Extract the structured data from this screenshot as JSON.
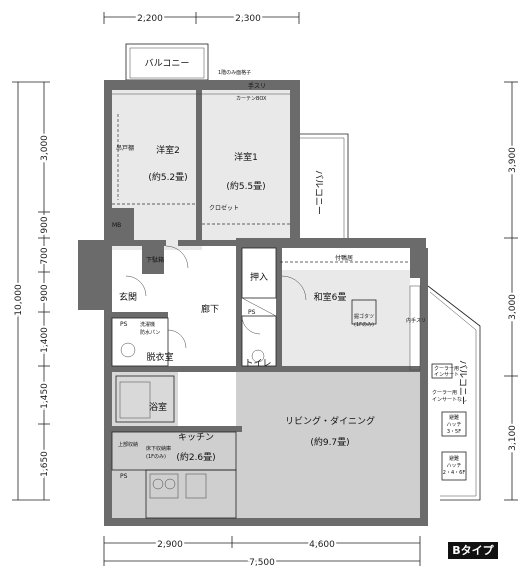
{
  "dimensions": {
    "top": [
      "2,200",
      "2,300"
    ],
    "bottom": [
      "2,900",
      "4,600",
      "7,500"
    ],
    "left": [
      "3,000",
      "900",
      "700",
      "900",
      "1,400",
      "1,450",
      "1,650"
    ],
    "left_total": "10,000",
    "right": [
      "3,900",
      "3,000",
      "3,100"
    ]
  },
  "rooms": {
    "western1": {
      "name": "洋室1",
      "size": "(約5.5畳)"
    },
    "western2": {
      "name": "洋室2",
      "size": "(約5.2畳)"
    },
    "japanese": {
      "name": "和室6畳",
      "size": ""
    },
    "living": {
      "name": "リビング・ダイニング",
      "size": "(約9.7畳)"
    },
    "kitchen": {
      "name": "キッチン",
      "size": "(約2.6畳)"
    },
    "bath": {
      "name": "浴室",
      "size": ""
    },
    "dressing": {
      "name": "脱衣室",
      "size": ""
    },
    "toilet": {
      "name": "トイレ",
      "size": ""
    },
    "hall": {
      "name": "廊下",
      "size": ""
    },
    "entrance": {
      "name": "玄関",
      "size": ""
    },
    "oshiire": {
      "name": "押入",
      "size": ""
    },
    "closet": {
      "name": "クロゼット",
      "size": ""
    },
    "shoe": {
      "name": "下駄箱",
      "size": ""
    },
    "mb": {
      "name": "MB",
      "size": ""
    }
  },
  "labels": {
    "balcony_top": "バルコニー",
    "balcony_right_upper": "バルコニー",
    "balcony_right_lower": "バルコニー",
    "tesuri": "手スリ",
    "curtain_box": "カーテンBOX",
    "top_note": "1階のみ面格子",
    "hanger": "吊戸棚",
    "fukuma": "付鴨居",
    "tokonoma": "掘ゴタツ",
    "tokonoma_note": "(1Fのみ)",
    "uchi_tesuri": "内手スリ",
    "ps": "PS",
    "washer": "洗濯機",
    "washer_pan": "防水パン",
    "kitchen_box": "上部収納",
    "floor_storage": "床下収納庫",
    "floor_storage_note": "(1Fのみ)",
    "hatch1_title": "避難",
    "hatch1_name": "ハッチ",
    "hatch1_floor": "3・5F",
    "hatch2_title": "避難",
    "hatch2_name": "ハッチ",
    "hatch2_floor": "2・4・6F",
    "cooler_top": "クーラー用",
    "cooler_top2": "インサート",
    "cooler_bottom": "クーラー用",
    "cooler_bottom2": "インサートなし"
  },
  "type_badge": "Bタイプ"
}
